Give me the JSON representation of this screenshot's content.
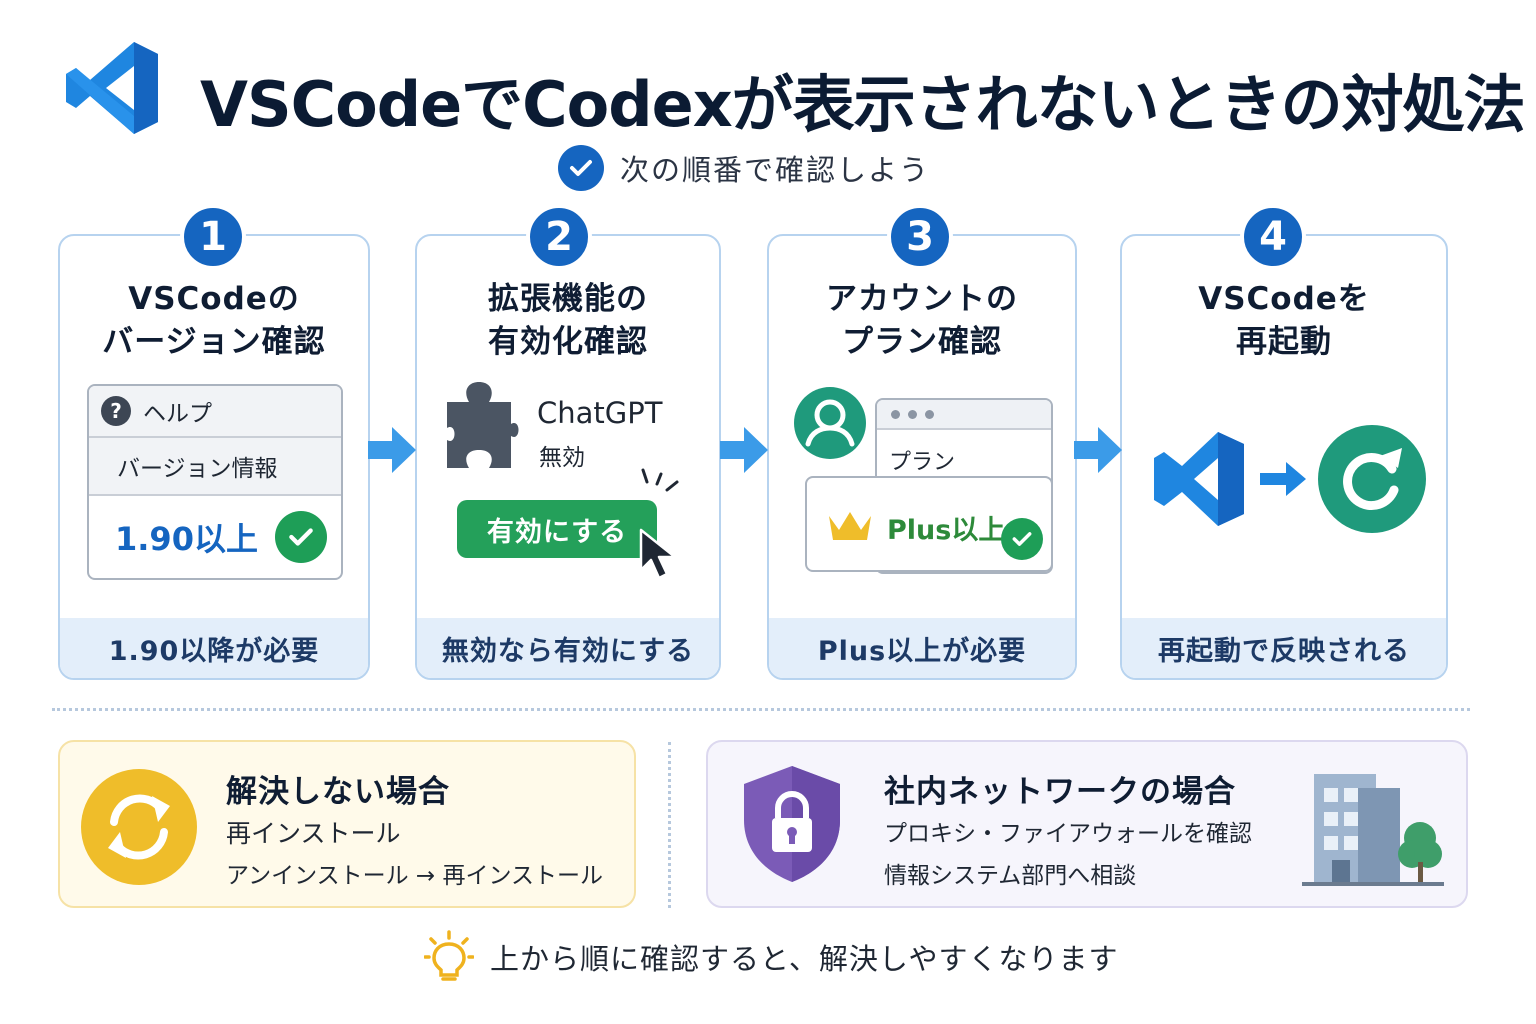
{
  "header": {
    "title": "VSCodeでCodexが表示されないときの対処法",
    "subtitle": "次の順番で確認しよう",
    "logo_icon": "vscode-logo-icon",
    "check_icon": "check-circle-icon"
  },
  "steps": [
    {
      "number": "1",
      "title_line1": "VSCodeの",
      "title_line2": "バージョン確認",
      "menu_help": "ヘルプ",
      "menu_item": "バージョン情報",
      "version_value": "1.90以上",
      "footer": "1.90以降が必要"
    },
    {
      "number": "2",
      "title_line1": "拡張機能の",
      "title_line2": "有効化確認",
      "extension_name": "ChatGPT",
      "extension_state": "無効",
      "enable_button": "有効にする",
      "footer": "無効なら有効にする"
    },
    {
      "number": "3",
      "title_line1": "アカウントの",
      "title_line2": "プラン確認",
      "plan_label": "プラン",
      "plan_value": "Plus以上",
      "footer": "Plus以上が必要"
    },
    {
      "number": "4",
      "title_line1": "VSCodeを",
      "title_line2": "再起動",
      "footer": "再起動で反映される"
    }
  ],
  "unresolved": {
    "title": "解決しない場合",
    "line1": "再インストール",
    "line2": "アンインストール → 再インストール",
    "icon": "sync-icon"
  },
  "corporate": {
    "title": "社内ネットワークの場合",
    "line1": "プロキシ・ファイアウォールを確認",
    "line2": "情報システム部門へ相談",
    "icon": "shield-lock-icon"
  },
  "tip": {
    "text": "上から順に確認すると、解決しやすくなります",
    "icon": "lightbulb-icon"
  },
  "colors": {
    "primary_blue": "#1565c0",
    "arrow_blue": "#3b9be8",
    "green": "#24a05a",
    "teal": "#1f9a7c",
    "yellow": "#efbd2a",
    "purple": "#7b5bb7",
    "card_border": "#b7d3ef",
    "card_footer": "#e3eefa"
  }
}
